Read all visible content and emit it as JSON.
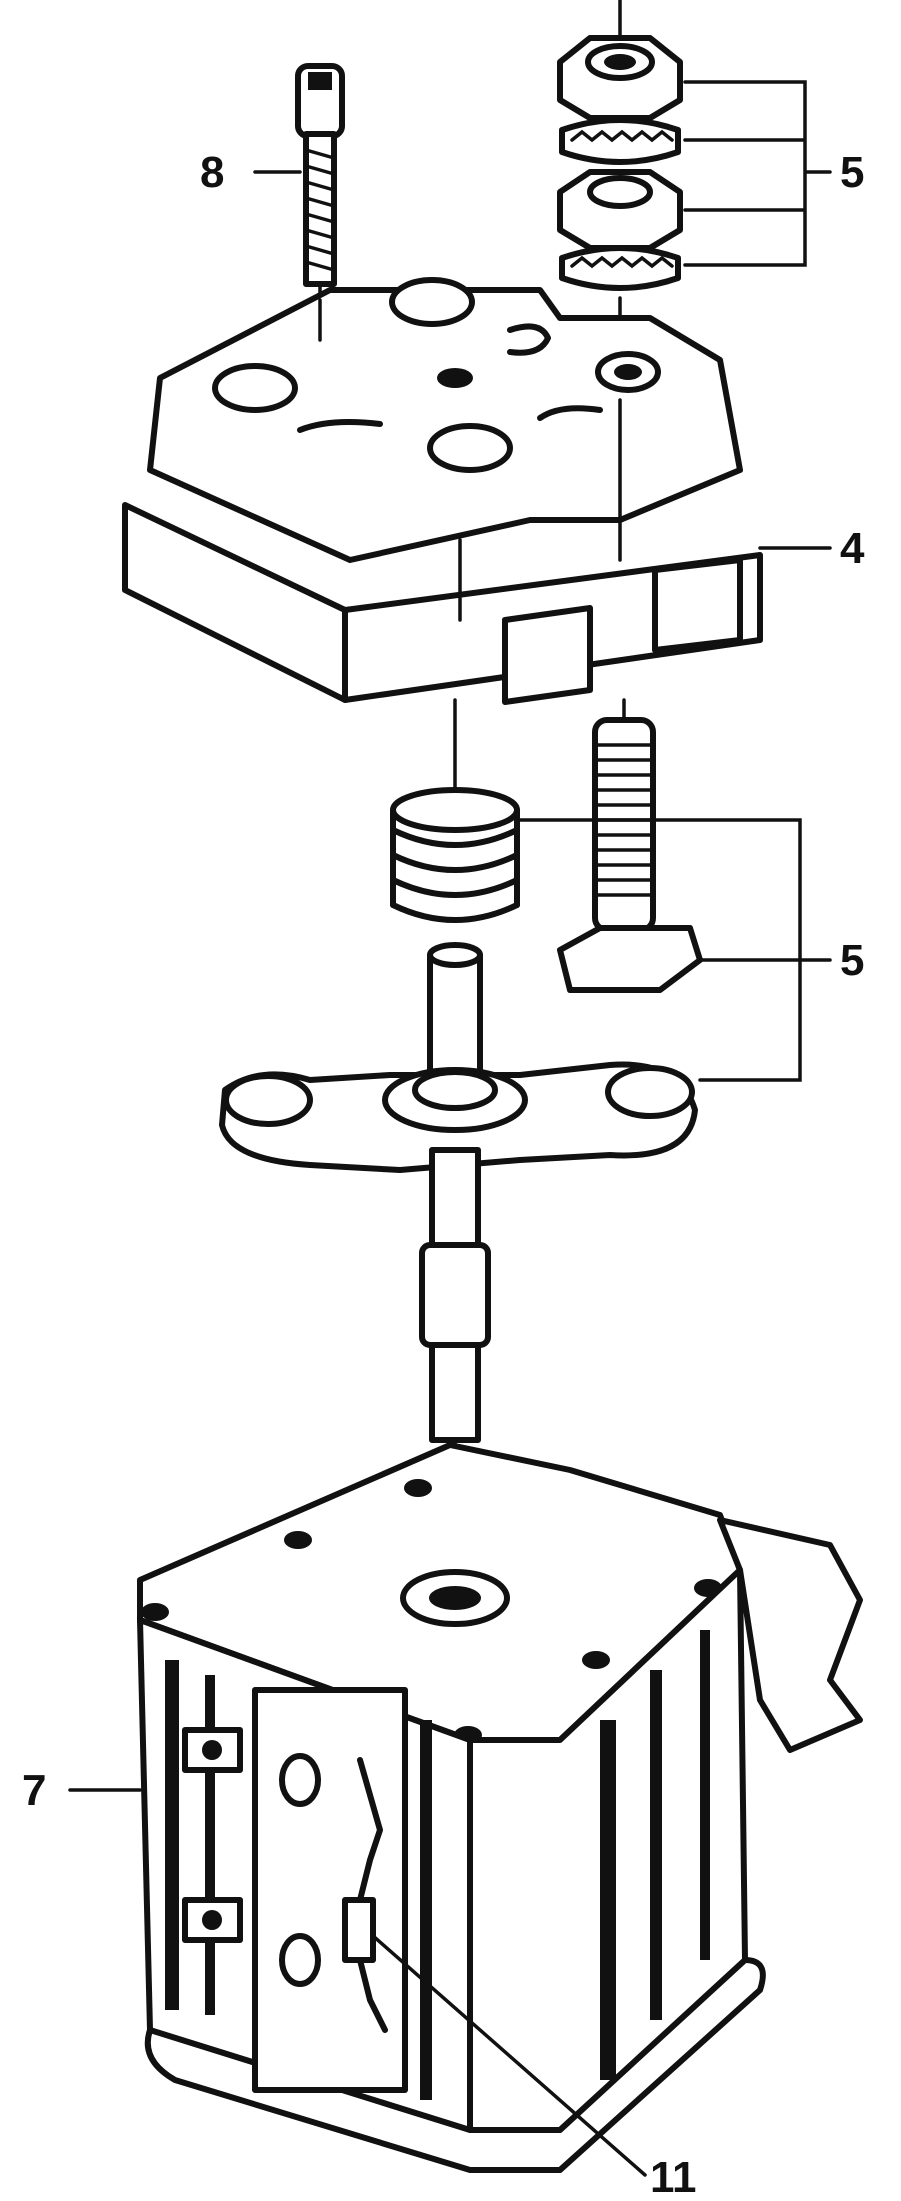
{
  "callouts": {
    "part_8": "8",
    "part_5_top": "5",
    "part_4": "4",
    "part_5_mid": "5",
    "part_7": "7",
    "part_11": "11"
  },
  "colors": {
    "ink": "#111111",
    "background": "#ffffff"
  }
}
